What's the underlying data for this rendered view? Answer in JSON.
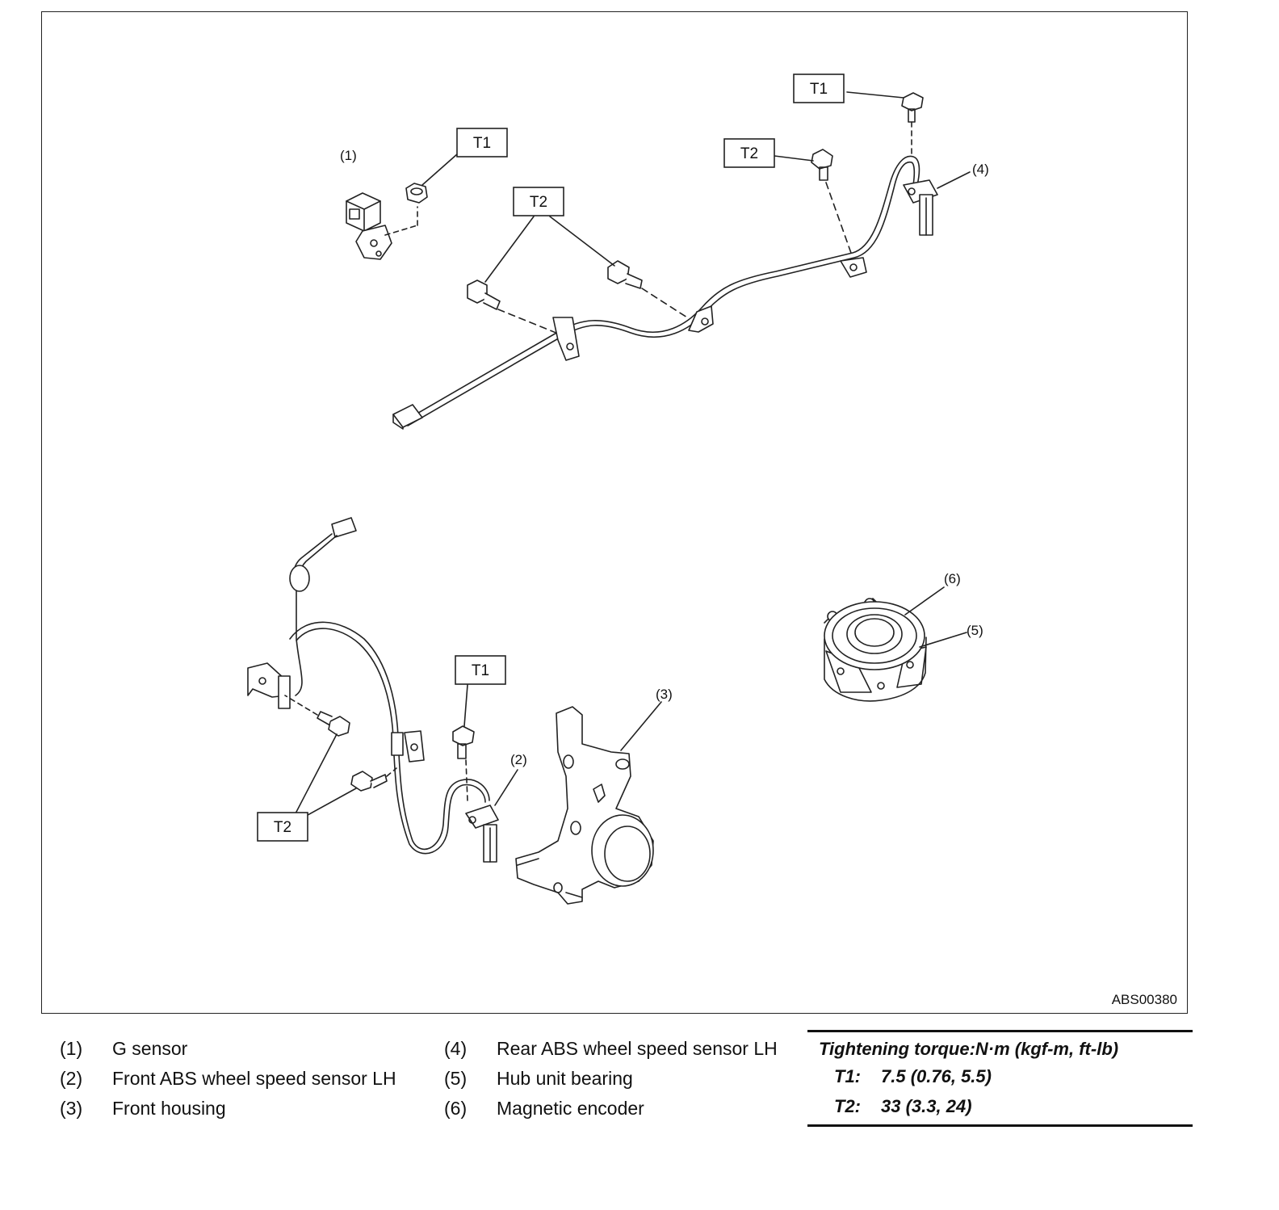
{
  "figure": {
    "figure_id": "ABS00380",
    "callouts": {
      "c1": "(1)",
      "c2": "(2)",
      "c3": "(3)",
      "c4": "(4)",
      "c5": "(5)",
      "c6": "(6)"
    },
    "torque_tags": {
      "t1_a": "T1",
      "t1_b": "T1",
      "t1_c": "T1",
      "t2_a": "T2",
      "t2_b": "T2",
      "t2_c": "T2"
    }
  },
  "legend": [
    {
      "num": "(1)",
      "text": "G sensor"
    },
    {
      "num": "(2)",
      "text": "Front ABS wheel speed sensor LH"
    },
    {
      "num": "(3)",
      "text": "Front housing"
    },
    {
      "num": "(4)",
      "text": "Rear ABS wheel speed sensor LH"
    },
    {
      "num": "(5)",
      "text": "Hub unit bearing"
    },
    {
      "num": "(6)",
      "text": "Magnetic encoder"
    }
  ],
  "torque": {
    "title": "Tightening torque:N·m (kgf-m, ft-lb)",
    "rows": [
      {
        "key": "T1:",
        "value": "7.5 (0.76, 5.5)"
      },
      {
        "key": "T2:",
        "value": "33 (3.3, 24)"
      }
    ]
  }
}
